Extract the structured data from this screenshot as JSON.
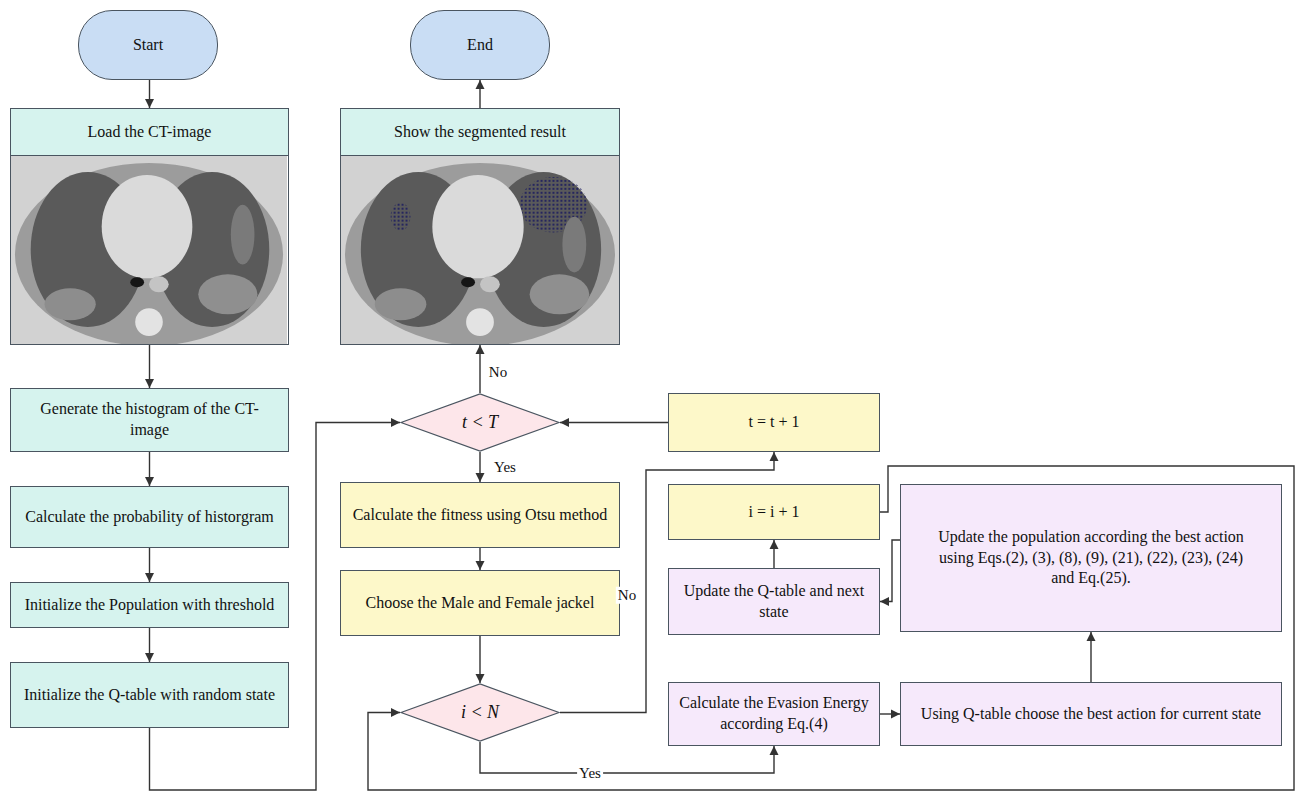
{
  "diagram": {
    "nodes": [
      {
        "text": [
          "Start"
        ]
      },
      {
        "text": [
          "Load the CT-image"
        ]
      },
      {
        "text": [
          "Generate the histogram of the CT-image"
        ]
      },
      {
        "text": [
          "Calculate the probability of historgram"
        ]
      },
      {
        "text": [
          "Initialize the Population with threshold"
        ]
      },
      {
        "text": [
          "Initialize the Q-table with random state"
        ]
      },
      {
        "text": [
          "End"
        ]
      },
      {
        "text": [
          "Show the segmented result"
        ]
      },
      {
        "text": [
          "t < T"
        ]
      },
      {
        "text": [
          "Calculate the fitness using Otsu method"
        ]
      },
      {
        "text": [
          "Choose the Male and Female jackel"
        ]
      },
      {
        "text": [
          "i < N"
        ]
      },
      {
        "text": [
          "t = t + 1"
        ]
      },
      {
        "text": [
          "i = i + 1"
        ]
      },
      {
        "text": [
          "Update the Q-table and next state"
        ]
      },
      {
        "text": [
          "Calculate the Evasion Energy according Eq.(4)"
        ]
      },
      {
        "text": [
          "Update the population according the best action using Eqs.(2), (3), (8), (9), (21), (22), (23), (24) and Eq.(25)."
        ]
      },
      {
        "text": [
          "Using Q-table choose the best action for current state"
        ]
      }
    ],
    "edges": [
      {
        "from": 0,
        "to": 1,
        "arrow": "to"
      },
      {
        "from": 1,
        "to": 2,
        "arrow": "to"
      },
      {
        "from": 2,
        "to": 3,
        "arrow": "to"
      },
      {
        "from": 3,
        "to": 4,
        "arrow": "to"
      },
      {
        "from": 4,
        "to": 5,
        "arrow": "to"
      },
      {
        "from": 5,
        "to": 8,
        "arrow": "to"
      },
      {
        "from": 8,
        "to": 7,
        "label": "No",
        "arrow": "to"
      },
      {
        "from": 7,
        "to": 6,
        "arrow": "to"
      },
      {
        "from": 8,
        "to": 9,
        "label": "Yes",
        "arrow": "to"
      },
      {
        "from": 9,
        "to": 10,
        "arrow": "to"
      },
      {
        "from": 10,
        "to": 11,
        "arrow": "to"
      },
      {
        "from": 11,
        "to": 15,
        "label": "Yes",
        "arrow": "to"
      },
      {
        "from": 15,
        "to": 17,
        "arrow": "to"
      },
      {
        "from": 17,
        "to": 16,
        "arrow": "to"
      },
      {
        "from": 16,
        "to": 14,
        "arrow": "to"
      },
      {
        "from": 14,
        "to": 13,
        "arrow": "to"
      },
      {
        "from": 13,
        "to": 11,
        "arrow": "to"
      },
      {
        "from": 11,
        "to": 12,
        "label": "No",
        "arrow": "to"
      },
      {
        "from": 12,
        "to": 8,
        "arrow": "to"
      }
    ]
  }
}
